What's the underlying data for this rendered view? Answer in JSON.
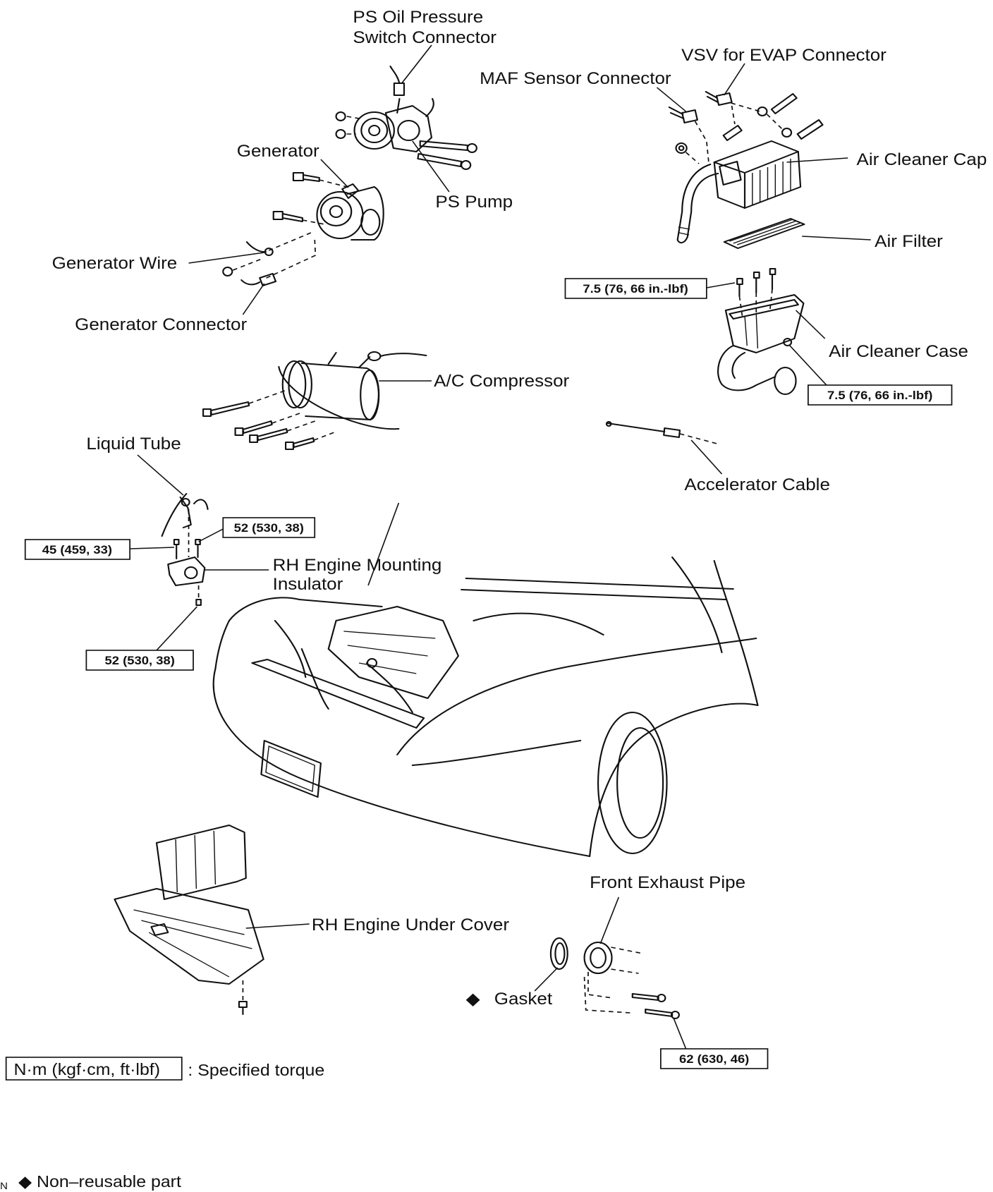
{
  "components": {
    "ps_oil_pressure_switch_connector": {
      "line1": "PS Oil Pressure",
      "line2": "Switch Connector"
    },
    "vsv_for_evap_connector": "VSV for EVAP Connector",
    "maf_sensor_connector": "MAF Sensor Connector",
    "generator": "Generator",
    "air_cleaner_cap": "Air Cleaner Cap",
    "ps_pump": "PS Pump",
    "air_filter": "Air Filter",
    "generator_wire": "Generator Wire",
    "generator_connector": "Generator Connector",
    "air_cleaner_case": "Air Cleaner Case",
    "ac_compressor": "A/C Compressor",
    "liquid_tube": "Liquid Tube",
    "accelerator_cable": "Accelerator Cable",
    "rh_engine_mounting_insulator": {
      "line1": "RH Engine Mounting",
      "line2": "Insulator"
    },
    "front_exhaust_pipe": "Front Exhaust Pipe",
    "rh_engine_under_cover": "RH Engine Under Cover",
    "gasket": "Gasket"
  },
  "torque_specs": {
    "air_cleaner_case_upper": "7.5 (76, 66 in.-lbf)",
    "air_cleaner_case_lower": "7.5 (76, 66 in.-lbf)",
    "mounting_insulator_upper": "52 (530, 38)",
    "mounting_insulator_left": "45 (459, 33)",
    "mounting_insulator_lower": "52 (530, 38)",
    "front_exhaust_pipe": "62 (630, 46)"
  },
  "markers": {
    "non_reusable": "◆"
  },
  "legend": {
    "torque_unit": "N·m (kgf·cm, ft·lbf)",
    "torque_meaning": ": Specified torque",
    "non_reusable_meaning": "Non–reusable part",
    "edge_fragment": "N"
  }
}
